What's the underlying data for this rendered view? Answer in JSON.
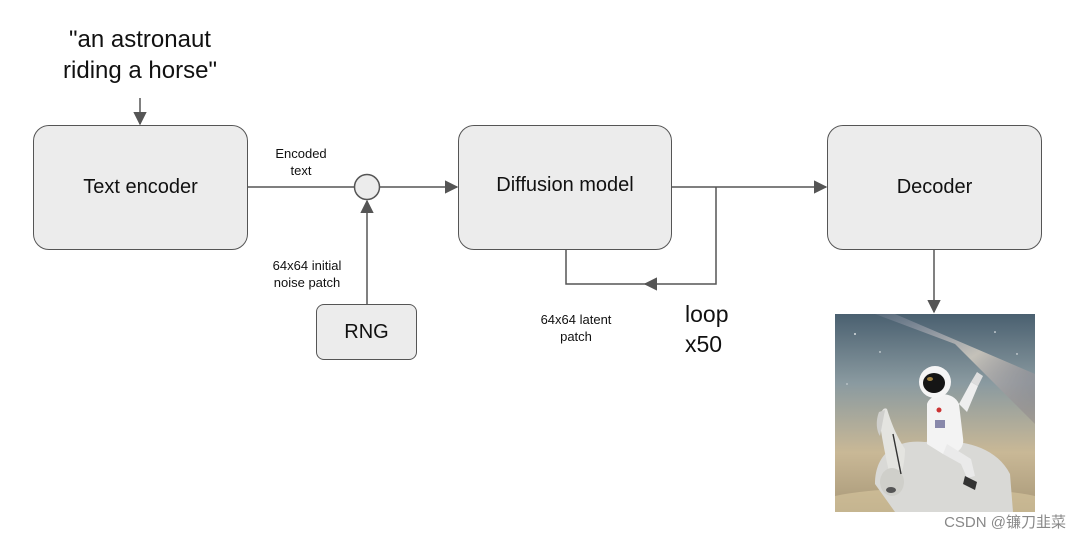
{
  "prompt": {
    "line1": "\"an astronaut",
    "line2": "riding a horse\""
  },
  "boxes": {
    "text_encoder": "Text encoder",
    "diffusion_model": "Diffusion model",
    "decoder": "Decoder",
    "rng": "RNG"
  },
  "labels": {
    "encoded_text": {
      "line1": "Encoded",
      "line2": "text"
    },
    "noise_patch": {
      "line1": "64x64 initial",
      "line2": "noise patch"
    },
    "latent_patch": {
      "line1": "64x64 latent",
      "line2": "patch"
    },
    "loop": {
      "line1": "loop",
      "line2": "x50"
    }
  },
  "watermark": "CSDN @镰刀韭菜",
  "colors": {
    "box_fill": "#ececec",
    "stroke": "#555555"
  }
}
